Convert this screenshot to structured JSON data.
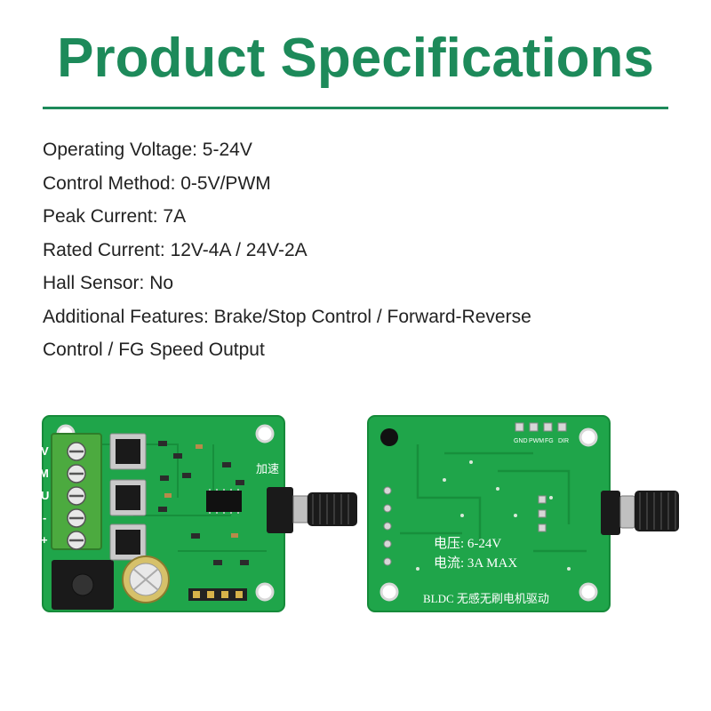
{
  "title": "Product Specifications",
  "specs": [
    "Operating Voltage: 5-24V",
    "Control Method: 0-5V/PWM",
    "Peak Current: 7A",
    "Rated Current: 12V-4A / 24V-2A",
    "Hall Sensor: No",
    "Additional Features: Brake/Stop Control / Forward-Reverse",
    "Control / FG Speed Output"
  ],
  "colors": {
    "accent": "#1d8a5a",
    "pcb": "#1fa54a",
    "terminal": "#4caa3f"
  },
  "front_board": {
    "terminal_labels": [
      "V",
      "M",
      "U",
      "-",
      "+"
    ],
    "knob_label": "加速"
  },
  "back_board": {
    "voltage_text": "电压: 6-24V",
    "current_text": "电流: 3A MAX",
    "model_text": "BLDC 无感无刷电机驱动",
    "header_labels": [
      "GND",
      "PWM",
      "FG",
      "DIR"
    ]
  }
}
